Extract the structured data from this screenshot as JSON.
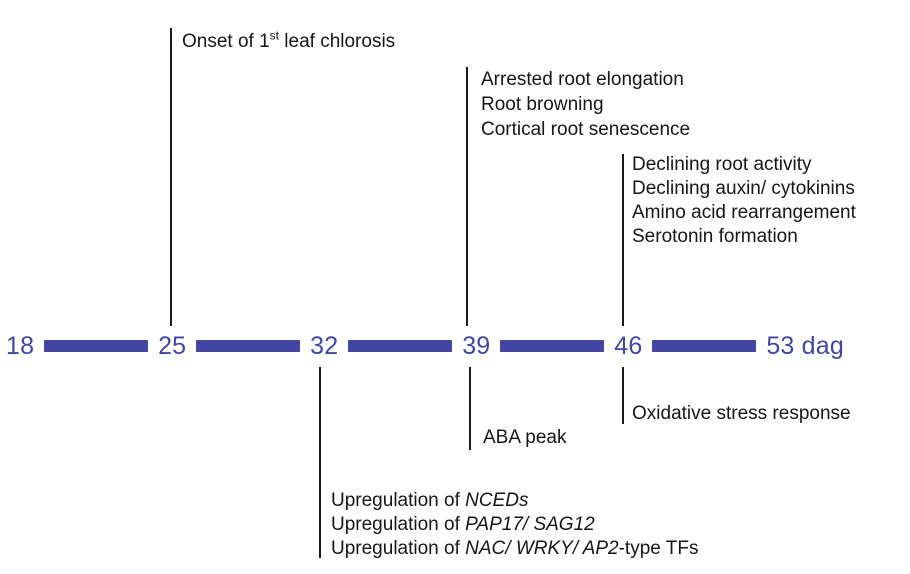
{
  "colors": {
    "timeline_blue": "#4347a3",
    "line_black": "#1c1c1c",
    "text_black": "#161616"
  },
  "timeline": {
    "unit": "dag",
    "ticks": [
      "18",
      "25",
      "32",
      "39",
      "46",
      "53 dag"
    ]
  },
  "annotations": {
    "above": [
      {
        "anchor_day": "25",
        "lines": [
          [
            {
              "t": "Onset of 1"
            },
            {
              "t": "st",
              "s": "sup"
            },
            {
              "t": " leaf chlorosis"
            }
          ]
        ]
      },
      {
        "anchor_day": "39",
        "lines": [
          [
            {
              "t": "Arrested root elongation"
            }
          ],
          [
            {
              "t": "Root browning"
            }
          ],
          [
            {
              "t": "Cortical root senescence"
            }
          ]
        ]
      },
      {
        "anchor_day": "46",
        "lines": [
          [
            {
              "t": "Declining root activity"
            }
          ],
          [
            {
              "t": "Declining auxin/ cytokinins"
            }
          ],
          [
            {
              "t": "Amino acid rearrangement"
            }
          ],
          [
            {
              "t": "Serotonin formation"
            }
          ]
        ]
      }
    ],
    "below": [
      {
        "anchor_day": "39",
        "lines": [
          [
            {
              "t": "ABA peak"
            }
          ]
        ]
      },
      {
        "anchor_day": "46",
        "lines": [
          [
            {
              "t": "Oxidative stress response"
            }
          ]
        ]
      },
      {
        "anchor_day": "32",
        "lines": [
          [
            {
              "t": "Upregulation of "
            },
            {
              "t": "NCEDs",
              "s": "i"
            }
          ],
          [
            {
              "t": "Upregulation of "
            },
            {
              "t": "PAP17/ SAG12",
              "s": "i"
            }
          ],
          [
            {
              "t": "Upregulation of "
            },
            {
              "t": "NAC/ WRKY/ AP2",
              "s": "i"
            },
            {
              "t": "-type TFs"
            }
          ]
        ]
      }
    ]
  }
}
